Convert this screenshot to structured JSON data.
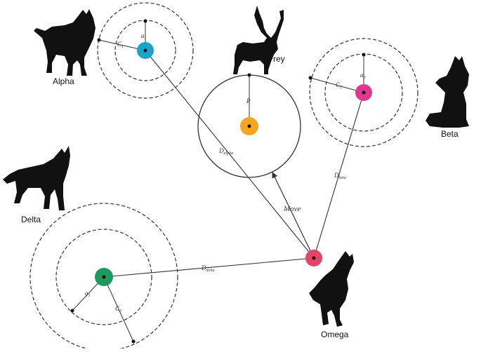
{
  "labels": {
    "alpha": "Alpha",
    "beta": "Beta",
    "delta": "Delta",
    "omega": "Omega",
    "prey": "Prey"
  },
  "math": {
    "a1": "a",
    "a1_sub": "1",
    "a2": "a",
    "a2_sub": "2",
    "a3": "a",
    "a3_sub": "3",
    "c1": "C",
    "c1_sub": "1",
    "c2": "C",
    "c2_sub": "2",
    "c3": "C",
    "c3_sub": "3",
    "r": "R",
    "d_alpha": "D",
    "d_alpha_sub": "alpha",
    "d_beta": "D",
    "d_beta_sub": "beta",
    "d_delta": "D",
    "d_delta_sub": "delta",
    "move": "Move"
  },
  "colors": {
    "alpha": "#1ba3c8",
    "beta": "#e0388f",
    "prey": "#f4a621",
    "delta": "#1e9a5c",
    "omega": "#e4466a",
    "silhouette": "#111111",
    "line": "#333333"
  }
}
